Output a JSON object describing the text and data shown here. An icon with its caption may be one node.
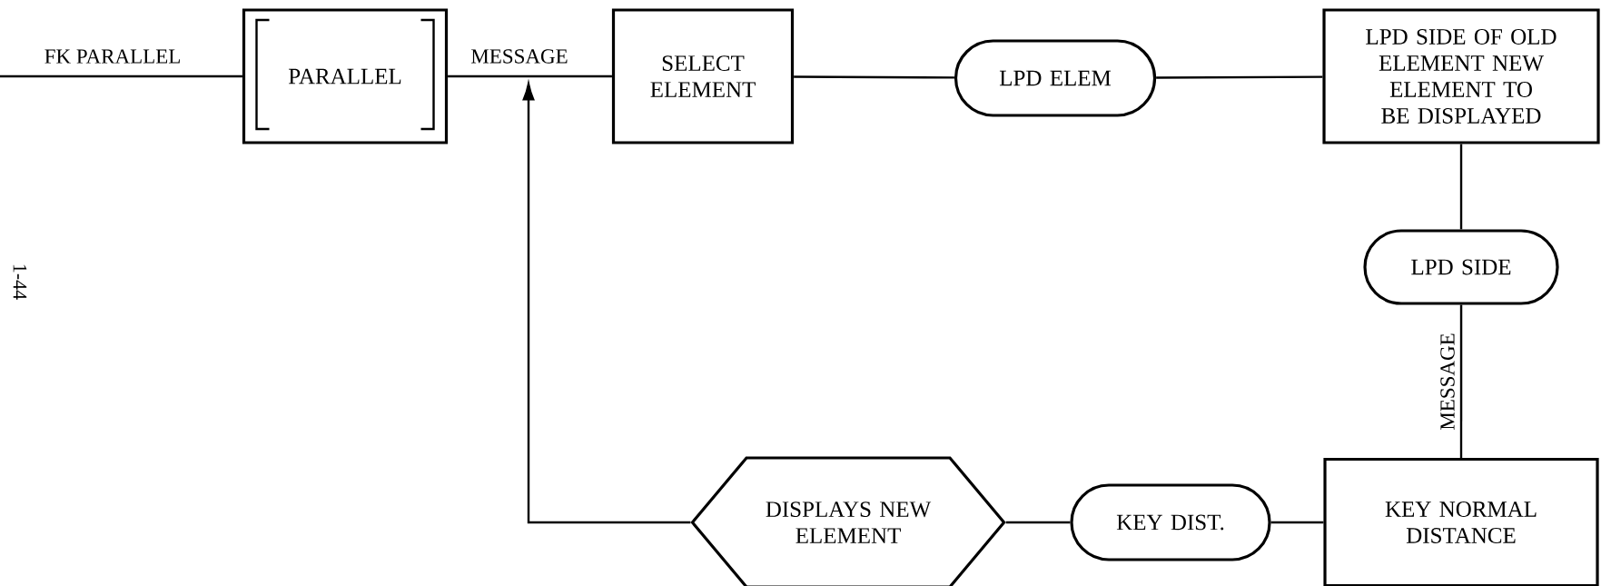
{
  "diagram": {
    "nodes": [
      {
        "text": [
          "PARALLEL"
        ]
      },
      {
        "text": [
          "SELECT ELEMENT"
        ]
      },
      {
        "text": [
          "LPD ELEM"
        ]
      },
      {
        "text": [
          "LPD SIDE OF OLD ELEMENT NEW ELEMENT TO BE DISPLAYED"
        ]
      },
      {
        "text": [
          "LPD SIDE"
        ]
      },
      {
        "text": [
          "KEY NORMAL DISTANCE"
        ]
      },
      {
        "text": [
          "KEY DIST."
        ]
      },
      {
        "text": [
          "DISPLAYS NEW ELEMENT"
        ]
      }
    ],
    "edges": [
      {
        "from": null,
        "to": 0,
        "arrow": "none",
        "label": "FK PARALLEL"
      },
      {
        "from": 0,
        "to": 1,
        "arrow": "none",
        "label": "MESSAGE"
      },
      {
        "from": 1,
        "to": 2,
        "arrow": "none"
      },
      {
        "from": 2,
        "to": 3,
        "arrow": "none"
      },
      {
        "from": 3,
        "to": 4,
        "arrow": "none"
      },
      {
        "from": 4,
        "to": 5,
        "arrow": "none",
        "label": "MESSAGE"
      },
      {
        "from": 5,
        "to": 6,
        "arrow": "none"
      },
      {
        "from": 6,
        "to": 7,
        "arrow": "none"
      },
      {
        "from": 7,
        "to": null,
        "arrow": "to"
      }
    ],
    "labels": [
      "1-44"
    ]
  }
}
